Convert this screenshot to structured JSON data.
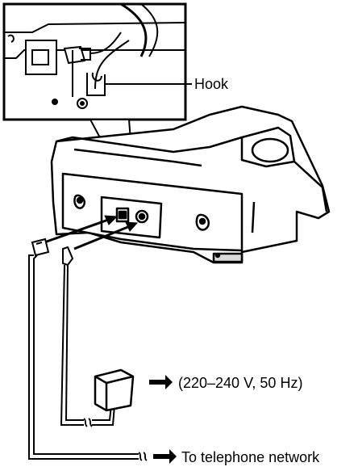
{
  "labels": {
    "hook": "Hook",
    "power": "(220–240 V, 50 Hz)",
    "network": "To telephone network"
  },
  "icons": {
    "arrow": "right-arrow-icon",
    "hook_pointer": "leader-line"
  },
  "colors": {
    "ink": "#000000",
    "paper": "#ffffff",
    "shade": "#d9d9d9"
  }
}
